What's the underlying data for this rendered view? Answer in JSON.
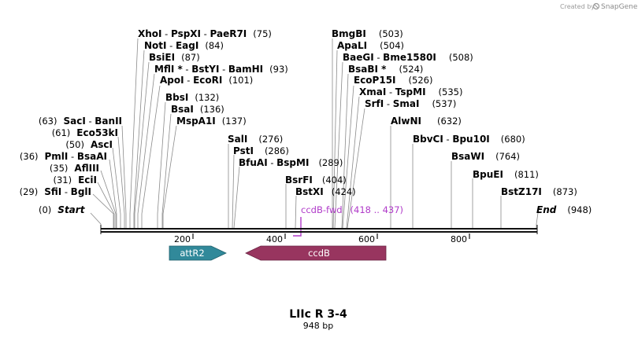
{
  "credit": {
    "prefix": "Created by",
    "brand": "SnapGene"
  },
  "map": {
    "title": "LIIc R 3-4",
    "length_label": "948 bp",
    "start_label": "Start",
    "start_pos": "(0)",
    "end_label": "End",
    "end_pos": "(948)"
  },
  "sites": [
    {
      "names": [
        "XhoI",
        "PspXI",
        "PaeR7I"
      ],
      "pos": "(75)",
      "bp": 75
    },
    {
      "names": [
        "NotI",
        "EagI"
      ],
      "pos": "(84)",
      "bp": 84
    },
    {
      "names": [
        "BsiEI"
      ],
      "pos": "(87)",
      "bp": 87
    },
    {
      "names": [
        "MflI *",
        "BstYI",
        "BamHI"
      ],
      "pos": "(93)",
      "bp": 93
    },
    {
      "names": [
        "ApoI",
        "EcoRI"
      ],
      "pos": "(101)",
      "bp": 101
    },
    {
      "names": [
        "BbsI"
      ],
      "pos": "(132)",
      "bp": 132
    },
    {
      "names": [
        "BsaI"
      ],
      "pos": "(136)",
      "bp": 136
    },
    {
      "names": [
        "MspA1I"
      ],
      "pos": "(137)",
      "bp": 137
    },
    {
      "names": [
        "SacI",
        "BanII"
      ],
      "pos": "(63)",
      "bp": 63,
      "side": "left"
    },
    {
      "names": [
        "Eco53kI"
      ],
      "pos": "(61)",
      "bp": 61,
      "side": "left"
    },
    {
      "names": [
        "AscI"
      ],
      "pos": "(50)",
      "bp": 50,
      "side": "left"
    },
    {
      "names": [
        "PmlI",
        "BsaAI"
      ],
      "pos": "(36)",
      "bp": 36,
      "side": "left"
    },
    {
      "names": [
        "AflIII"
      ],
      "pos": "(35)",
      "bp": 35,
      "side": "left"
    },
    {
      "names": [
        "EciI"
      ],
      "pos": "(31)",
      "bp": 31,
      "side": "left"
    },
    {
      "names": [
        "SfiI",
        "BglI"
      ],
      "pos": "(29)",
      "bp": 29,
      "side": "left"
    },
    {
      "names": [
        "SalI"
      ],
      "pos": "(276)",
      "bp": 276
    },
    {
      "names": [
        "PstI"
      ],
      "pos": "(286)",
      "bp": 286
    },
    {
      "names": [
        "BfuAI",
        "BspMI"
      ],
      "pos": "(289)",
      "bp": 289
    },
    {
      "names": [
        "BsrFI"
      ],
      "pos": "(404)",
      "bp": 404
    },
    {
      "names": [
        "BstXI"
      ],
      "pos": "(424)",
      "bp": 424
    },
    {
      "names": [
        "BmgBI"
      ],
      "pos": "(503)",
      "bp": 503
    },
    {
      "names": [
        "ApaLI"
      ],
      "pos": "(504)",
      "bp": 504
    },
    {
      "names": [
        "BaeGI",
        "Bme1580I"
      ],
      "pos": "(508)",
      "bp": 508
    },
    {
      "names": [
        "BsaBI *"
      ],
      "pos": "(524)",
      "bp": 524
    },
    {
      "names": [
        "EcoP15I"
      ],
      "pos": "(526)",
      "bp": 526
    },
    {
      "names": [
        "XmaI",
        "TspMI"
      ],
      "pos": "(535)",
      "bp": 535
    },
    {
      "names": [
        "SrfI",
        "SmaI"
      ],
      "pos": "(537)",
      "bp": 537
    },
    {
      "names": [
        "AlwNI"
      ],
      "pos": "(632)",
      "bp": 632
    },
    {
      "names": [
        "BbvCI",
        "Bpu10I"
      ],
      "pos": "(680)",
      "bp": 680
    },
    {
      "names": [
        "BsaWI"
      ],
      "pos": "(764)",
      "bp": 764
    },
    {
      "names": [
        "BpuEI"
      ],
      "pos": "(811)",
      "bp": 811
    },
    {
      "names": [
        "BstZ17I"
      ],
      "pos": "(873)",
      "bp": 873
    }
  ],
  "ticks": [
    "200",
    "400",
    "600",
    "800"
  ],
  "primer": {
    "name": "ccdB-fwd",
    "range": "(418 .. 437)"
  },
  "features": [
    {
      "name": "attR2",
      "color": "#31899a",
      "direction": "forward"
    },
    {
      "name": "ccdB",
      "color": "#98355f",
      "direction": "reverse"
    }
  ]
}
